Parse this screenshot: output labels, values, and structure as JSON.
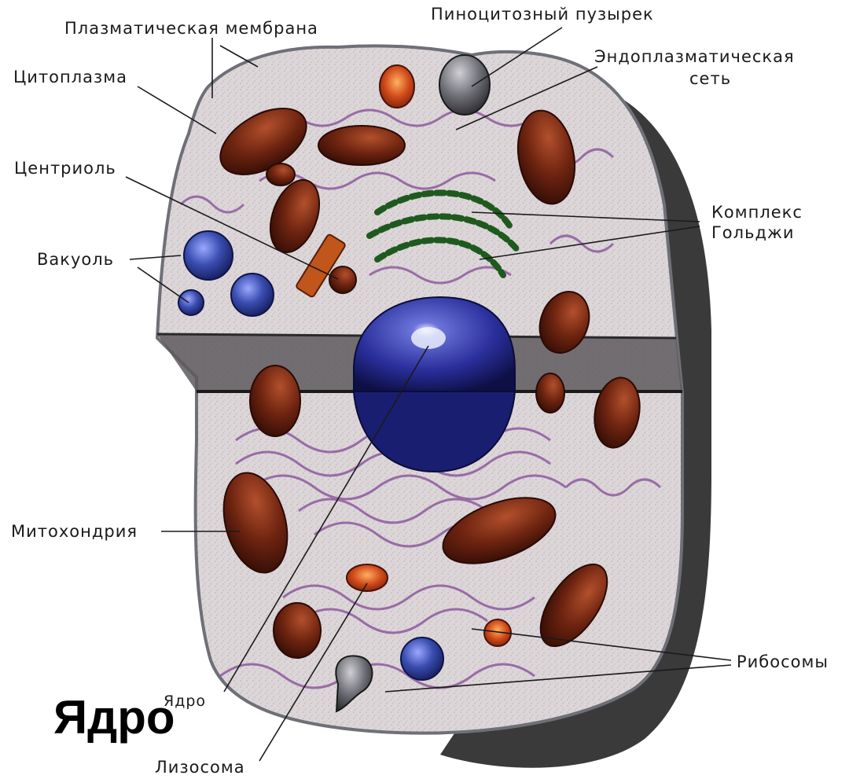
{
  "labels": {
    "plasma_membrane": "Плазматическая мембрана",
    "cytoplasm": "Цитоплазма",
    "pinocytic_vesicle": "Пиноцитозный пузырек",
    "er_line1": "Эндоплазматическая",
    "er_line2": "сеть",
    "centriole": "Центриоль",
    "vacuole": "Вакуоль",
    "golgi_line1": "Комплекс",
    "golgi_line2": "Гольджи",
    "mitochondrion": "Митохондрия",
    "ribosomes": "Рибосомы",
    "nucleus_small": "Ядро",
    "lysosome": "Лизосома",
    "nucleus_big": "Ядро"
  },
  "colors": {
    "cytoplasm": "#d9d3d6",
    "shadow": "#3a3a3a",
    "membrane": "#7a7a82",
    "mitochondria": "#6e2410",
    "nucleus": "#2b2f9c",
    "vacuole": "#3a4db0",
    "golgi": "#1e5a1e",
    "er": "#8e5a9e",
    "lysosome": "#c8401a"
  }
}
